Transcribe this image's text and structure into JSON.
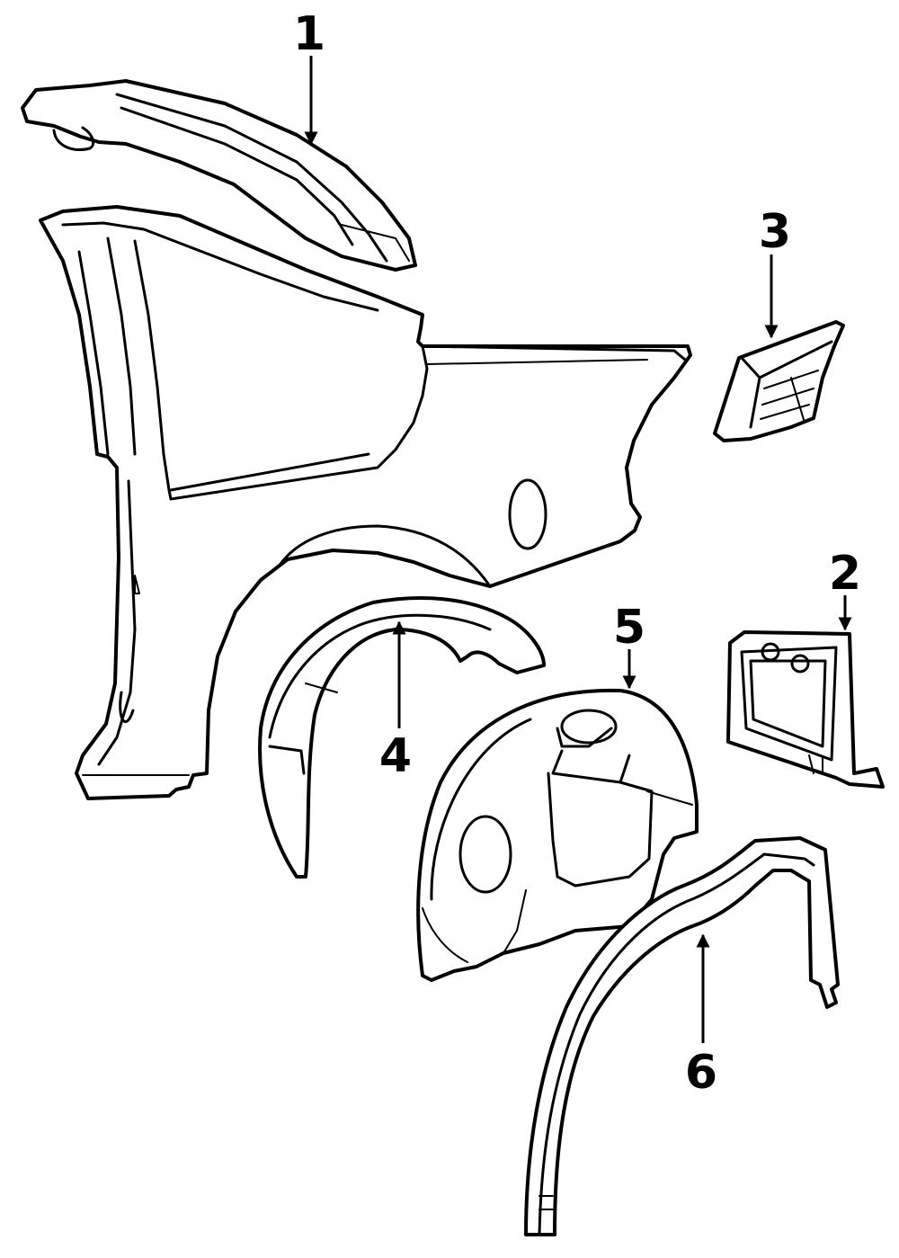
{
  "colors": {
    "line": "#000000",
    "background": "#ffffff"
  },
  "callouts": [
    {
      "id": "1",
      "label": "1"
    },
    {
      "id": "2",
      "label": "2"
    },
    {
      "id": "3",
      "label": "3"
    },
    {
      "id": "4",
      "label": "4"
    },
    {
      "id": "5",
      "label": "5"
    },
    {
      "id": "6",
      "label": "6"
    }
  ]
}
